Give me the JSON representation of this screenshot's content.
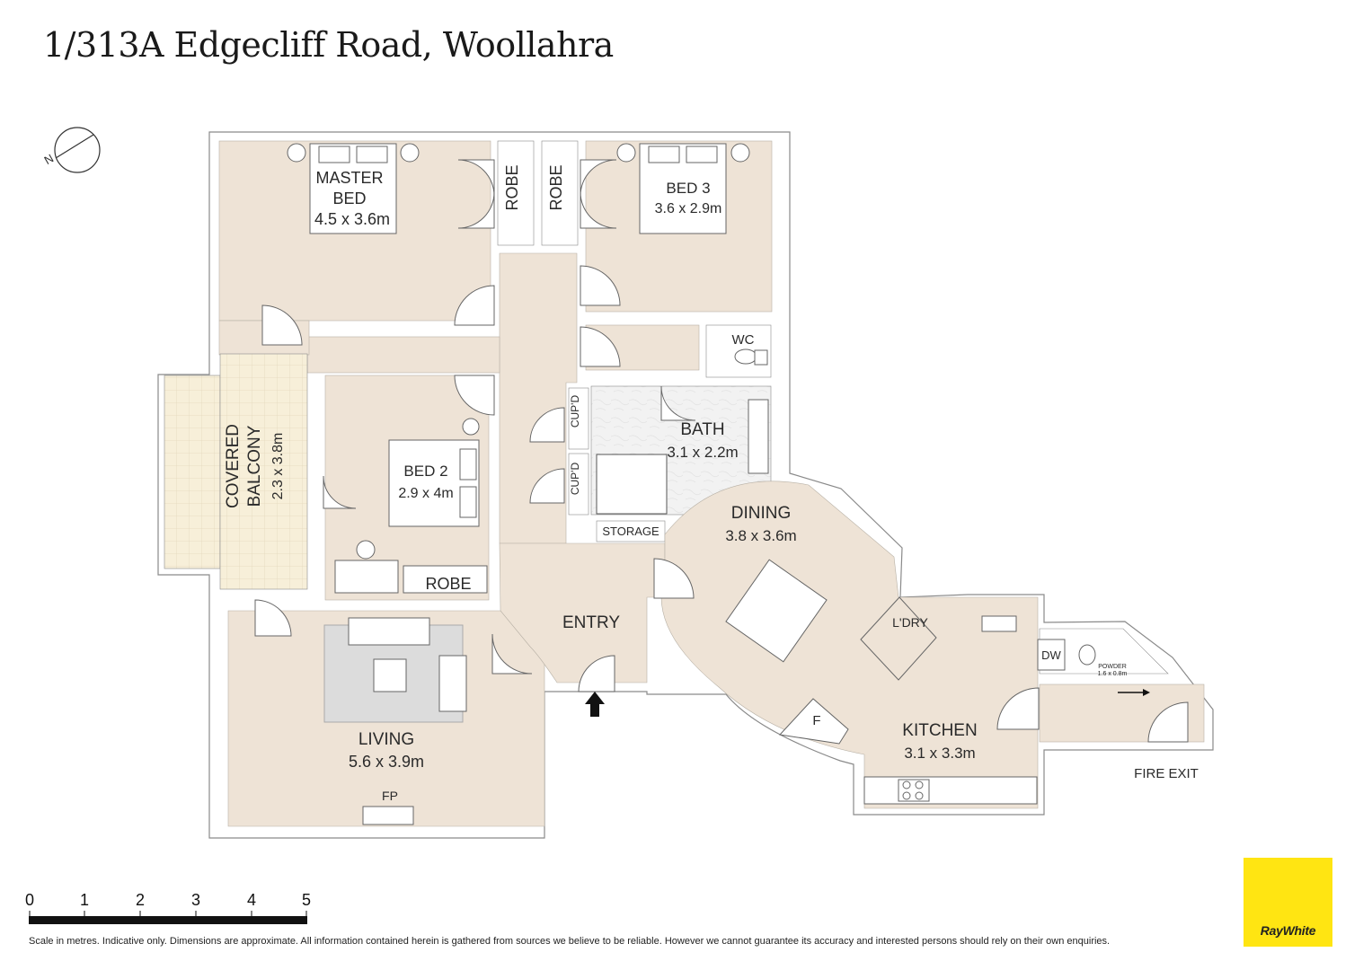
{
  "title": "1/313A Edgecliff Road, Woollahra",
  "compass": {
    "label": "N"
  },
  "rooms": {
    "master_bed": {
      "name_line1": "MASTER",
      "name_line2": "BED",
      "size": "4.5 x 3.6m"
    },
    "robe_1": {
      "name": "ROBE"
    },
    "robe_2": {
      "name": "ROBE"
    },
    "bed3": {
      "name": "BED 3",
      "size": "3.6 x 2.9m"
    },
    "wc": {
      "name": "WC"
    },
    "bath": {
      "name": "BATH",
      "size": "3.1 x 2.2m"
    },
    "cupd_1": {
      "name": "CUP'D"
    },
    "cupd_2": {
      "name": "CUP'D"
    },
    "storage": {
      "name": "STORAGE"
    },
    "balcony": {
      "name_line1": "COVERED",
      "name_line2": "BALCONY",
      "size": "2.3 x 3.8m"
    },
    "bed2": {
      "name": "BED 2",
      "size": "2.9 x 4m"
    },
    "robe_3": {
      "name": "ROBE"
    },
    "dining": {
      "name": "DINING",
      "size": "3.8 x 3.6m"
    },
    "entry": {
      "name": "ENTRY"
    },
    "laundry": {
      "name": "L'DRY"
    },
    "dw": {
      "name": "DW"
    },
    "powder": {
      "name": "POWDER",
      "size": "1.6 x 0.8m"
    },
    "fridge": {
      "name": "F"
    },
    "kitchen": {
      "name": "KITCHEN",
      "size": "3.1 x 3.3m"
    },
    "living": {
      "name": "LIVING",
      "size": "5.6 x 3.9m"
    },
    "fireplace": {
      "name": "FP"
    },
    "fire_exit": {
      "name": "FIRE EXIT"
    }
  },
  "scale": {
    "ticks": [
      "0",
      "1",
      "2",
      "3",
      "4",
      "5"
    ]
  },
  "disclaimer": "Scale in metres. Indicative only. Dimensions are approximate. All information contained herein is gathered from sources we believe to be reliable. However we cannot guarantee its accuracy and interested persons should rely on their own enquiries.",
  "brand": {
    "name": "RayWhite",
    "color": "#ffe512"
  },
  "colors": {
    "floor": "#eee3d6",
    "balcony": "#f7efd9",
    "wall": "#ffffff",
    "outline": "#8a8a8a",
    "rug": "#dcdcdc"
  }
}
